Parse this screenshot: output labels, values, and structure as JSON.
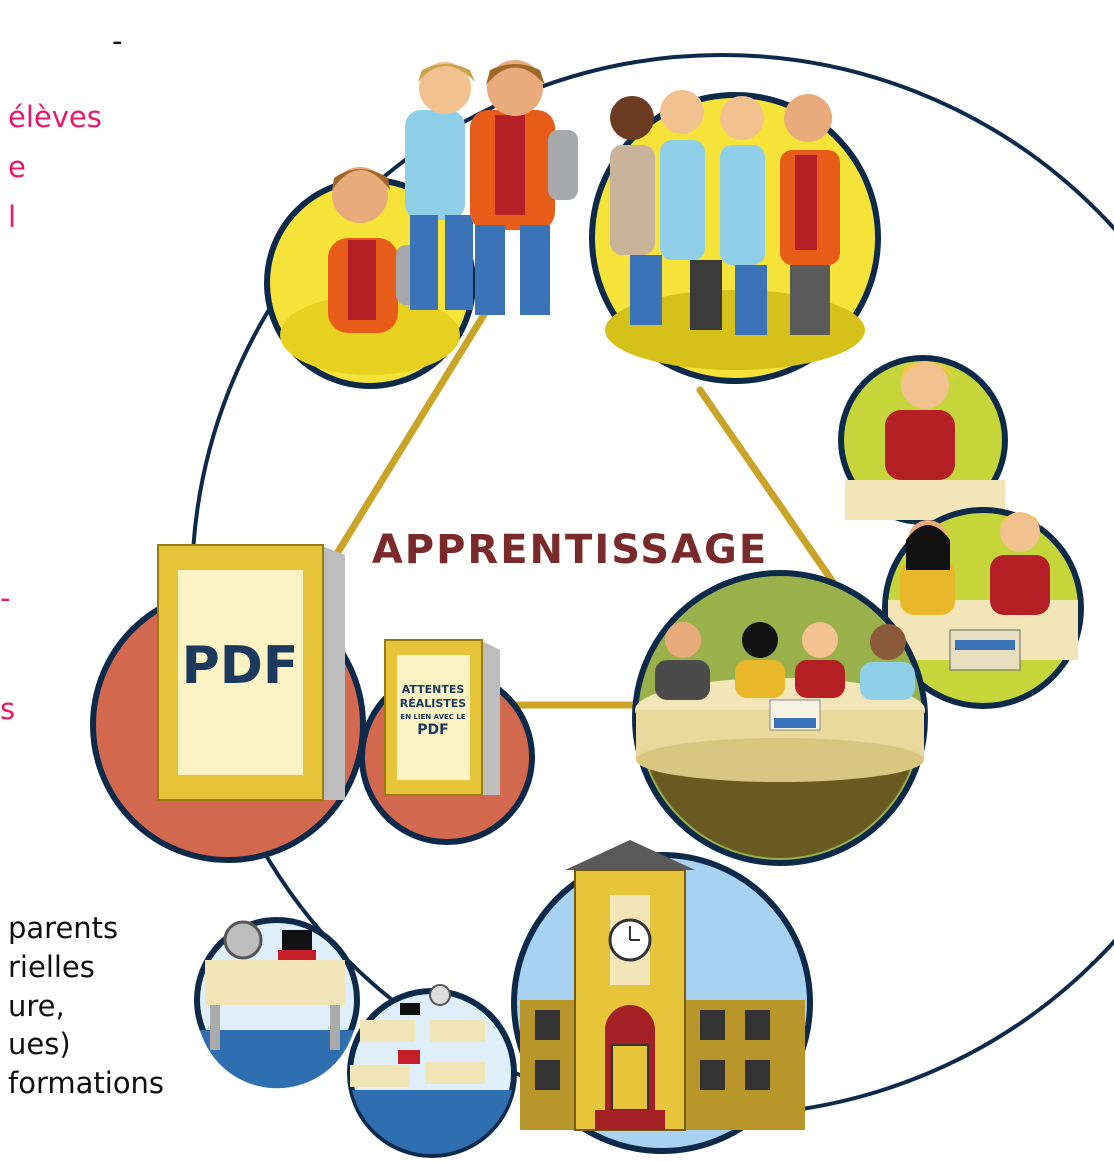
{
  "colors": {
    "pink_text": "#e8196b",
    "ring": "#0e2a4a",
    "triangle": "#c9a427",
    "title": "#7a2a2a",
    "yellow_bg": "#f6e33a",
    "green_bg": "#c6d63a",
    "red_bg": "#d2694e",
    "blue_bg": "#2f6fb0"
  },
  "left_text": {
    "top_dash": "-",
    "pink_lines": [
      "élèves",
      "e",
      "l"
    ],
    "mid_dash": "-",
    "mid_s": "s",
    "dark_lines": [
      "parents",
      "rielles",
      "ure,",
      "ues)",
      "formations"
    ]
  },
  "diagram": {
    "center_title": "APPRENTISSAGE",
    "big_book_label": "PDF",
    "small_book_lines": [
      "ATTENTES",
      "RÉALISTES",
      "EN LIEN AVEC LE",
      "PDF"
    ],
    "icons": [
      "students-group-icon",
      "teachers-icon",
      "meeting-table-icon",
      "school-building-icon",
      "classroom-icon",
      "books-icon"
    ]
  }
}
